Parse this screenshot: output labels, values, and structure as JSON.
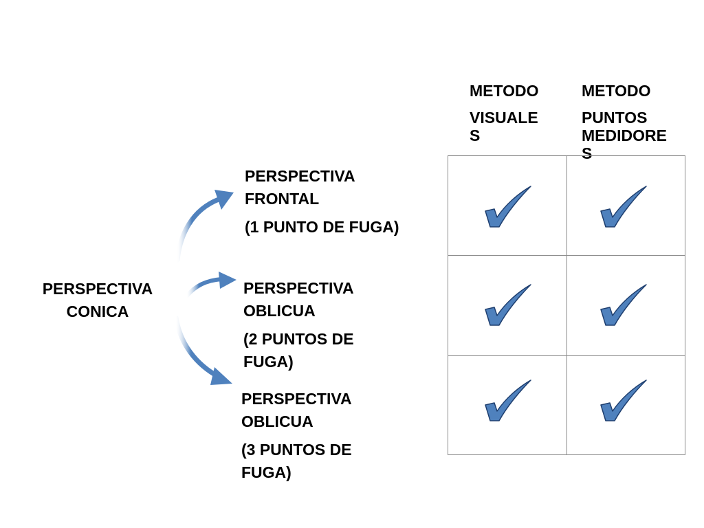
{
  "root": {
    "line1": "PERSPECTIVA",
    "line2": "CONICA"
  },
  "branches": [
    {
      "title1": "PERSPECTIVA",
      "title2": "FRONTAL",
      "sub1": "(1 PUNTO DE FUGA)",
      "sub2": ""
    },
    {
      "title1": "PERSPECTIVA",
      "title2": "OBLICUA",
      "sub1": "(2 PUNTOS DE",
      "sub2": "FUGA)"
    },
    {
      "title1": "PERSPECTIVA",
      "title2": "OBLICUA",
      "sub1": "(3 PUNTOS DE",
      "sub2": "FUGA)"
    }
  ],
  "columns": [
    {
      "line1": "METODO",
      "line2": "VISUALE",
      "line3": "S"
    },
    {
      "line1": "METODO",
      "line2": "PUNTOS",
      "line3": "MEDIDORE",
      "line4": "S"
    }
  ],
  "checks": [
    [
      true,
      true
    ],
    [
      true,
      true
    ],
    [
      true,
      true
    ]
  ],
  "colors": {
    "arrow": "#4f81bd",
    "check_fill": "#4f81bd",
    "check_stroke": "#1f3f6f",
    "grid": "#8a8a8a"
  },
  "icons": {
    "check": "checkmark-icon",
    "arrow": "curved-arrow-icon"
  }
}
